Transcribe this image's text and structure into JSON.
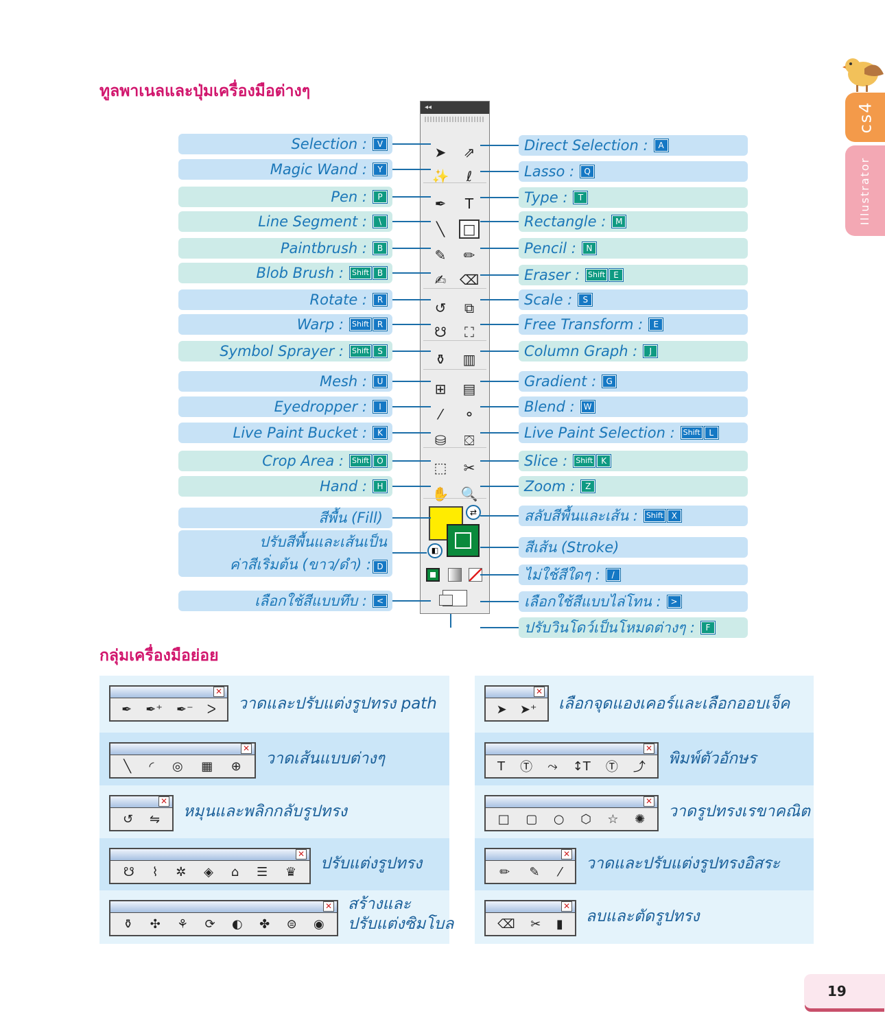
{
  "header_title": "ทูลพาเนลและปุ่มเครื่องมือต่างๆ",
  "subtools_title": "กลุ่มเครื่องมือย่อย",
  "side_tab_version": "cs4",
  "side_tab_product": "Illustrator",
  "page_number": "19",
  "panel_collapse": "◂◂",
  "left_labels": [
    {
      "label": "Selection :",
      "keys": [
        "V"
      ],
      "color": "blue",
      "bg": "blue"
    },
    {
      "label": "Magic Wand :",
      "keys": [
        "Y"
      ],
      "color": "blue",
      "bg": "blue"
    },
    {
      "label": "Pen :",
      "keys": [
        "P"
      ],
      "color": "teal",
      "bg": "teal"
    },
    {
      "label": "Line Segment :",
      "keys": [
        "\\"
      ],
      "color": "teal",
      "bg": "teal"
    },
    {
      "label": "Paintbrush :",
      "keys": [
        "B"
      ],
      "color": "teal",
      "bg": "teal"
    },
    {
      "label": "Blob Brush :",
      "keys": [
        "Shift",
        "B"
      ],
      "color": "teal",
      "bg": "teal"
    },
    {
      "label": "Rotate :",
      "keys": [
        "R"
      ],
      "color": "blue",
      "bg": "blue"
    },
    {
      "label": "Warp :",
      "keys": [
        "Shift",
        "R"
      ],
      "color": "blue",
      "bg": "blue"
    },
    {
      "label": "Symbol Sprayer :",
      "keys": [
        "Shift",
        "S"
      ],
      "color": "teal",
      "bg": "teal"
    },
    {
      "label": "Mesh :",
      "keys": [
        "U"
      ],
      "color": "blue",
      "bg": "blue"
    },
    {
      "label": "Eyedropper :",
      "keys": [
        "I"
      ],
      "color": "blue",
      "bg": "blue"
    },
    {
      "label": "Live Paint Bucket :",
      "keys": [
        "K"
      ],
      "color": "blue",
      "bg": "blue"
    },
    {
      "label": "Crop Area :",
      "keys": [
        "Shift",
        "O"
      ],
      "color": "teal",
      "bg": "teal"
    },
    {
      "label": "Hand :",
      "keys": [
        "H"
      ],
      "color": "teal",
      "bg": "teal"
    },
    {
      "label": "สีพื้น (Fill)",
      "keys": [],
      "color": "blue",
      "bg": "blue"
    },
    {
      "label": "เลือกใช้สีแบบทึบ :",
      "keys": [
        "<"
      ],
      "color": "blue",
      "bg": "blue"
    }
  ],
  "default_colors_label_line1": "ปรับสีพื้นและเส้นเป็น",
  "default_colors_label_line2": "ค่าสีเริ่มต้น (ขาว/ดำ) :",
  "default_colors_key": "D",
  "right_labels": [
    {
      "label": "Direct Selection :",
      "keys": [
        "A"
      ],
      "color": "blue",
      "bg": "blue"
    },
    {
      "label": "Lasso :",
      "keys": [
        "Q"
      ],
      "color": "blue",
      "bg": "blue"
    },
    {
      "label": "Type :",
      "keys": [
        "T"
      ],
      "color": "teal",
      "bg": "teal"
    },
    {
      "label": "Rectangle :",
      "keys": [
        "M"
      ],
      "color": "teal",
      "bg": "teal"
    },
    {
      "label": "Pencil :",
      "keys": [
        "N"
      ],
      "color": "teal",
      "bg": "teal"
    },
    {
      "label": "Eraser :",
      "keys": [
        "Shift",
        "E"
      ],
      "color": "teal",
      "bg": "teal"
    },
    {
      "label": "Scale :",
      "keys": [
        "S"
      ],
      "color": "blue",
      "bg": "blue"
    },
    {
      "label": "Free Transform :",
      "keys": [
        "E"
      ],
      "color": "blue",
      "bg": "blue"
    },
    {
      "label": "Column Graph :",
      "keys": [
        "J"
      ],
      "color": "teal",
      "bg": "teal"
    },
    {
      "label": "Gradient :",
      "keys": [
        "G"
      ],
      "color": "blue",
      "bg": "blue"
    },
    {
      "label": "Blend :",
      "keys": [
        "W"
      ],
      "color": "blue",
      "bg": "blue"
    },
    {
      "label": "Live Paint Selection :",
      "keys": [
        "Shift",
        "L"
      ],
      "color": "blue",
      "bg": "blue"
    },
    {
      "label": "Slice :",
      "keys": [
        "Shift",
        "K"
      ],
      "color": "teal",
      "bg": "teal"
    },
    {
      "label": "Zoom :",
      "keys": [
        "Z"
      ],
      "color": "teal",
      "bg": "teal"
    },
    {
      "label": "สลับสีพื้นและเส้น :",
      "keys": [
        "Shift",
        "X"
      ],
      "color": "blue",
      "bg": "blue"
    },
    {
      "label": "สีเส้น (Stroke)",
      "keys": [],
      "color": "blue",
      "bg": "blue"
    },
    {
      "label": "ไม่ใช้สีใดๆ :",
      "keys": [
        "/"
      ],
      "color": "blue",
      "bg": "blue"
    },
    {
      "label": "เลือกใช้สีแบบไล่โทน :",
      "keys": [
        ">"
      ],
      "color": "blue",
      "bg": "blue"
    },
    {
      "label": "ปรับวินโดว์เป็นโหมดต่างๆ :",
      "keys": [
        "F"
      ],
      "color": "teal",
      "bg": "teal"
    }
  ],
  "tool_icons": [
    [
      "➤",
      "⇗"
    ],
    [
      "✨",
      "ℓ"
    ],
    [
      "✒",
      "T"
    ],
    [
      "╲",
      "□"
    ],
    [
      "✎",
      "✏"
    ],
    [
      "✍",
      "⌫"
    ],
    [
      "↺",
      "⧉"
    ],
    [
      "☋",
      "⛶"
    ],
    [
      "⚱",
      "▥"
    ],
    [
      "⊞",
      "▤"
    ],
    [
      "⁄",
      "⚬"
    ],
    [
      "⛁",
      "⛋"
    ],
    [
      "⬚",
      "✂"
    ],
    [
      "✋",
      "🔍"
    ]
  ],
  "subtool_groups": [
    {
      "text": "วาดและปรับแต่งรูปทรง path",
      "icons": [
        "✒",
        "✒⁺",
        "✒⁻",
        "ᐳ"
      ]
    },
    {
      "text": "เลือกจุดแองเคอร์และเลือกออบเจ็ค",
      "icons": [
        "➤",
        "➤⁺"
      ]
    },
    {
      "text": "วาดเส้นแบบต่างๆ",
      "icons": [
        "╲",
        "◜",
        "◎",
        "▦",
        "⊕"
      ]
    },
    {
      "text": "พิมพ์ตัวอักษร",
      "icons": [
        "T",
        "Ⓣ",
        "⤳",
        "↕T",
        "Ⓣ",
        "⤴"
      ]
    },
    {
      "text": "หมุนและพลิกกลับรูปทรง",
      "icons": [
        "↺",
        "⇋"
      ]
    },
    {
      "text": "วาดรูปทรงเรขาคณิต",
      "icons": [
        "□",
        "▢",
        "○",
        "⬡",
        "☆",
        "✺"
      ]
    },
    {
      "text": "ปรับแต่งรูปทรง",
      "icons": [
        "☋",
        "⌇",
        "✲",
        "◈",
        "⌂",
        "☰",
        "♛"
      ]
    },
    {
      "text": "วาดและปรับแต่งรูปทรงอิสระ",
      "icons": [
        "✏",
        "✎",
        "⁄"
      ]
    },
    {
      "text": "สร้างและ\nปรับแต่งซิมโบล",
      "text_line1": "สร้างและ",
      "text_line2": "ปรับแต่งซิมโบล",
      "icons": [
        "⚱",
        "✣",
        "⚘",
        "⟳",
        "◐",
        "✤",
        "⊜",
        "◉"
      ]
    },
    {
      "text": "ลบและตัดรูปทรง",
      "icons": [
        "⌫",
        "✂",
        "▮"
      ]
    }
  ],
  "colors": {
    "title": "#d1166d",
    "label_text": "#1b77b8",
    "pill_blue": "#c7e2f6",
    "pill_teal": "#cdebe8",
    "key_blue": "#1578c4",
    "key_teal": "#0f9a82",
    "fill_swatch": "#ffec00",
    "stroke_swatch": "#0a8a3c",
    "tab_orange": "#f39a4a",
    "tab_pink": "#f3a8b4"
  }
}
